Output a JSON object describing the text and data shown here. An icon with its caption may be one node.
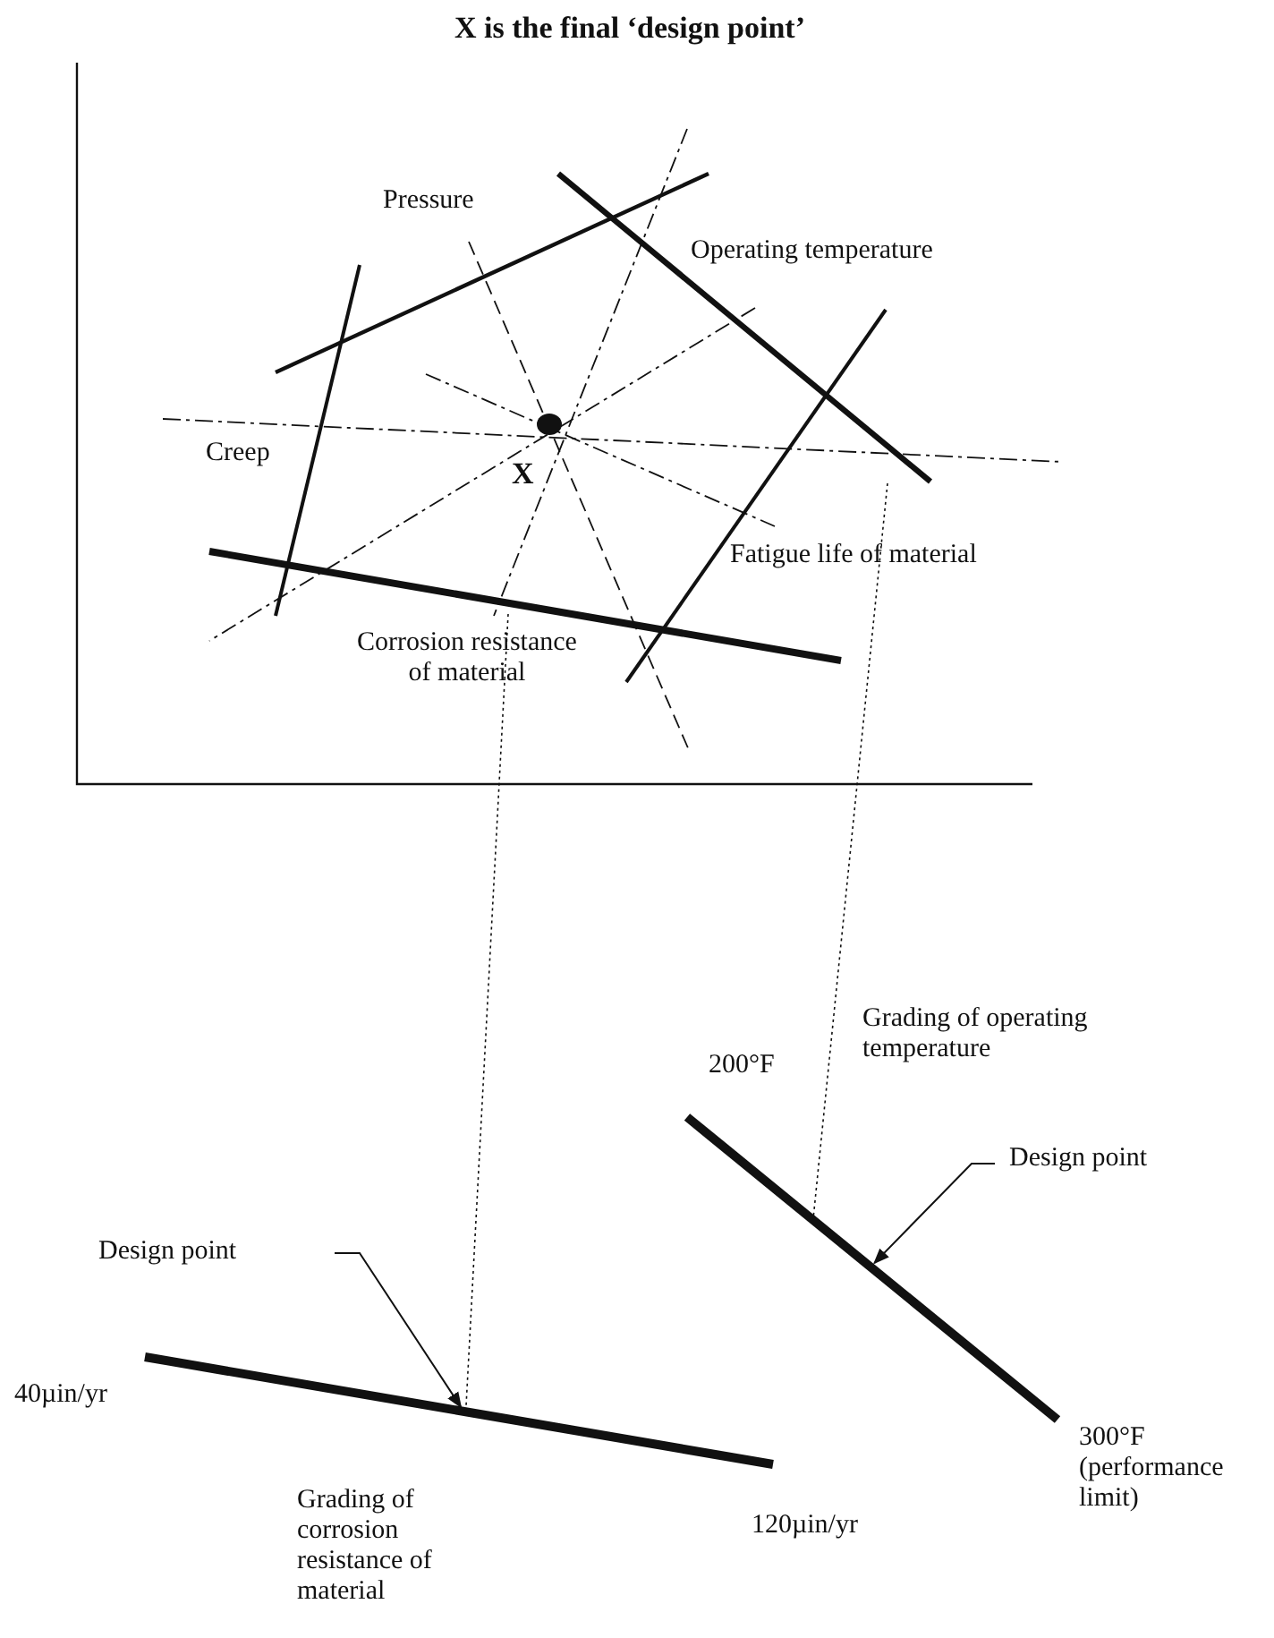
{
  "diagram": {
    "title": "X is the final ‘design point’",
    "nodes": [
      {
        "text": [],
        "shape": "bar",
        "beside": [
          "Grading of operating temperature",
          "200°F",
          "300°F (performance limit)"
        ]
      },
      {
        "text": [],
        "shape": "bar",
        "beside": [
          "40µin/yr",
          "120µin/yr",
          "Grading of corrosion resistance of material"
        ]
      },
      {
        "text": [
          "Design point"
        ]
      },
      {
        "text": [
          "Design point"
        ]
      }
    ],
    "edges": [
      {
        "from": null,
        "to": 1,
        "arrow": "none",
        "style": "dashed"
      },
      {
        "from": null,
        "to": 0,
        "arrow": "none",
        "style": "dashed"
      },
      {
        "from": 3,
        "to": 0,
        "arrow": "to"
      },
      {
        "from": 2,
        "to": 1,
        "arrow": "to"
      }
    ],
    "labels": [
      "Pressure",
      "Operating temperature",
      "Creep",
      "X",
      "Fatigue life of material",
      "Corrosion resistance of material"
    ]
  }
}
